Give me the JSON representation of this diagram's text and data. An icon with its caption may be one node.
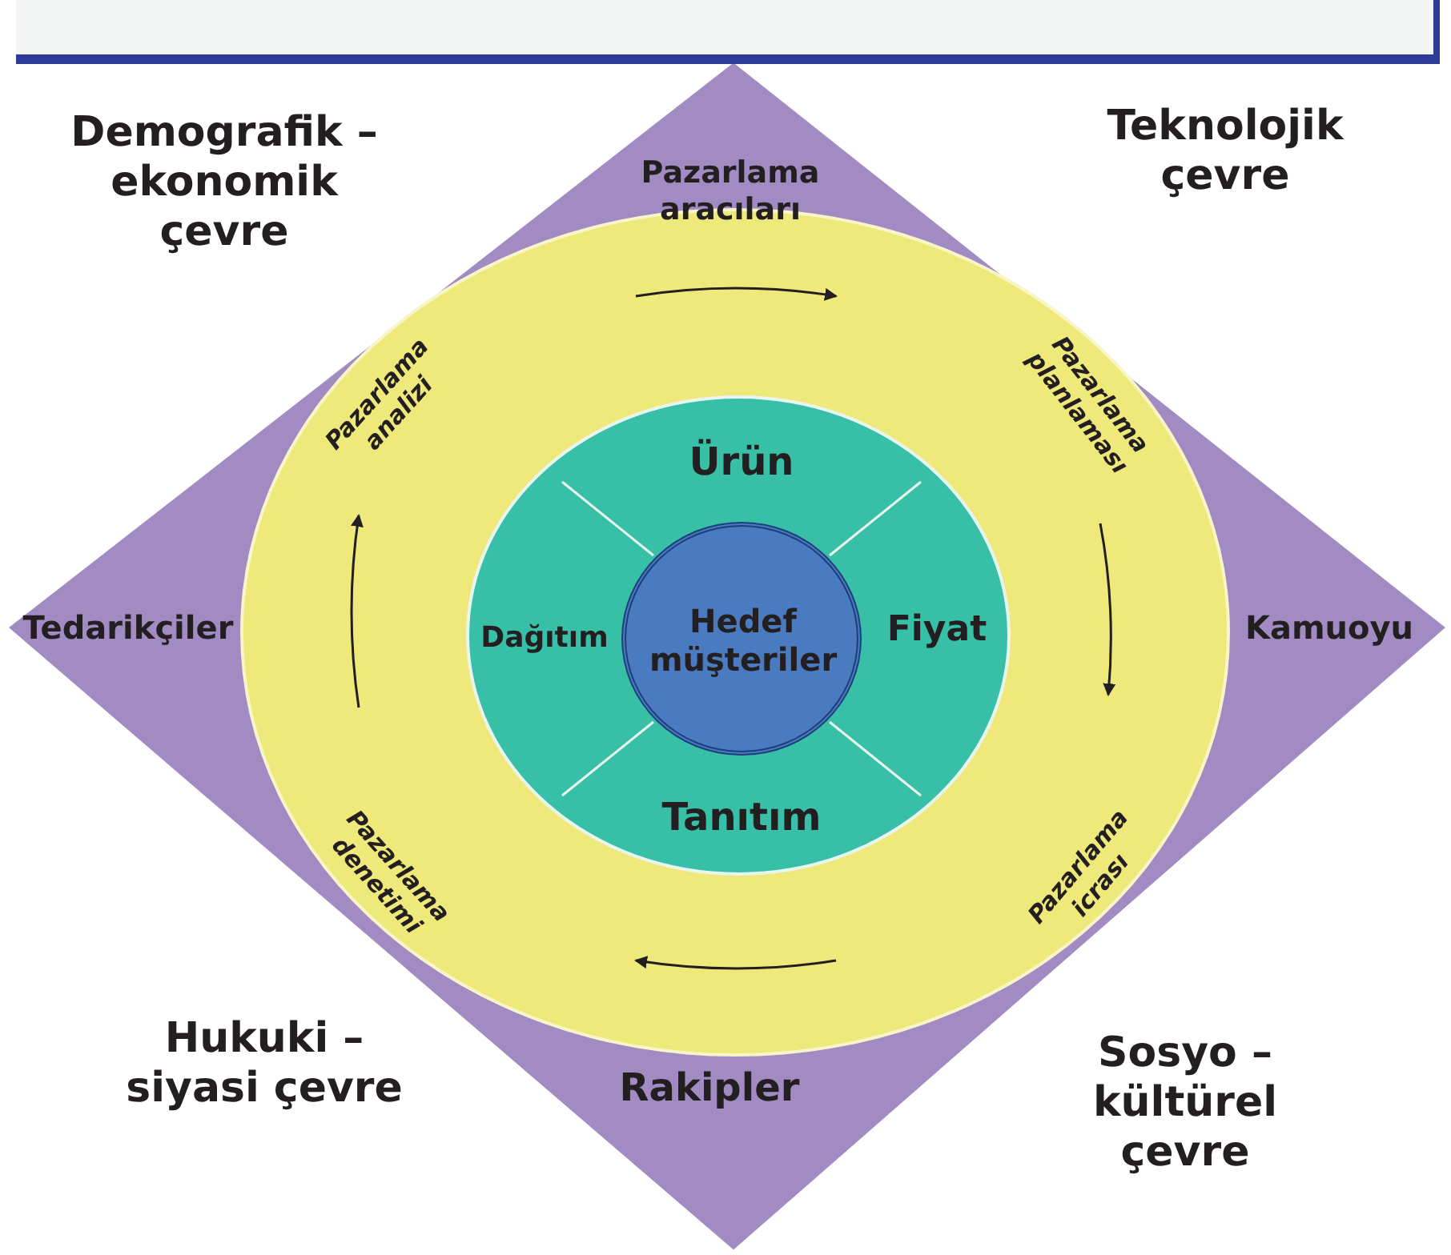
{
  "diagram": {
    "nodes": [
      {
        "text": [
          "Pazarlama aracıları",
          "Tedarikçiler",
          "Kamuoyu",
          "Rakipler"
        ]
      },
      {
        "text": [
          "Pazarlama analizi",
          "Pazarlama planlaması",
          "Pazarlama icrası",
          "Pazarlama denetimi"
        ],
        "in": 0
      },
      {
        "text": [
          "Ürün",
          "Dağıtım",
          "Fiyat",
          "Tanıtım"
        ],
        "in": 1
      },
      {
        "text": [
          "Hedef müşteriler"
        ],
        "in": 2
      }
    ],
    "labels": [
      "Demografik – ekonomik çevre",
      "Teknolojik çevre",
      "Hukuki – siyasi çevre",
      "Sosyo – kültürel çevre"
    ]
  }
}
